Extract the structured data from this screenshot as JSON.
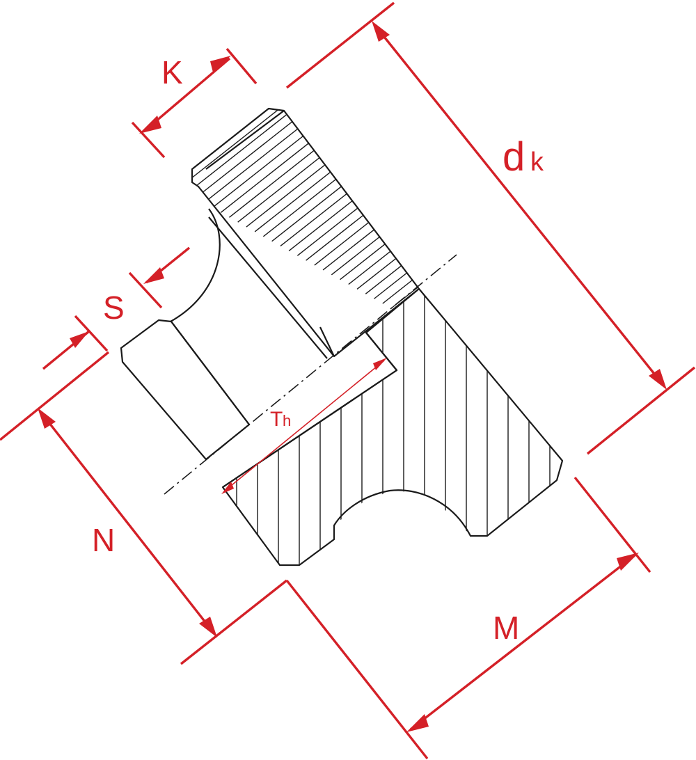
{
  "diagram": {
    "labels": {
      "K": "K",
      "S": "S",
      "N": "N",
      "M": "M",
      "dk_main": "d",
      "dk_sub": "k",
      "Th_main": "T",
      "Th_sub": "h"
    },
    "colors": {
      "dimension": "#d42027",
      "outline": "#1a1a1a",
      "background": "#ffffff"
    }
  }
}
